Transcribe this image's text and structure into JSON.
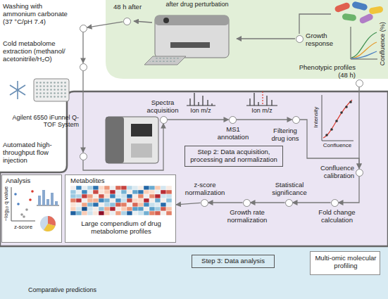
{
  "diagram": {
    "nodes": [
      {
        "text": [
          "48 h after"
        ]
      },
      {
        "text": [
          "Washing with ammonium carbonate (37 °C/pH 7.4)"
        ]
      },
      {
        "text": [
          "Cold metabolome extraction (methanol/ acetonitrile/H₂O)"
        ]
      },
      {
        "text": [
          "Automated high-throughput flow injection"
        ]
      },
      {
        "text": [
          "Growth response"
        ]
      },
      {
        "text": [
          "Phenotypic profiles (48 h)"
        ]
      },
      {
        "text": [
          "Step 2: Data acquisition, processing and normalization"
        ]
      },
      {
        "text": [
          "Spectra acquisition"
        ],
        "in": 6
      },
      {
        "text": [
          "MS1 annotation"
        ],
        "in": 6
      },
      {
        "text": [
          "Filtering drug ions"
        ],
        "in": 6
      },
      {
        "text": [
          "Confluence calibration"
        ],
        "in": 6
      },
      {
        "text": [
          "Fold change calculation"
        ],
        "in": 6
      },
      {
        "text": [
          "Statistical significance"
        ],
        "in": 6
      },
      {
        "text": [
          "Growth rate normalization"
        ],
        "in": 6
      },
      {
        "text": [
          "z-score normalization"
        ],
        "in": 6
      },
      {
        "text": [
          "Metabolites",
          "Large compendium of drug metabolome profiles"
        ],
        "in": 6
      },
      {
        "text": [
          "Analysis"
        ],
        "in": 6
      },
      {
        "text": [
          "Step 3: Data analysis"
        ]
      },
      {
        "text": [
          "Multi-omic molecular profiling"
        ],
        "in": 17
      }
    ],
    "edges": [
      {
        "from": 0,
        "to": 1,
        "arrow": "to"
      },
      {
        "from": 1,
        "to": 2,
        "arrow": "to"
      },
      {
        "from": 2,
        "to": 3,
        "arrow": "to"
      },
      {
        "from": 3,
        "to": 7,
        "arrow": "to"
      },
      {
        "from": 7,
        "to": 8,
        "arrow": "to"
      },
      {
        "from": 8,
        "to": 9,
        "arrow": "to"
      },
      {
        "from": 9,
        "to": 10,
        "arrow": "to"
      },
      {
        "from": 5,
        "to": 10,
        "arrow": "to"
      },
      {
        "from": 10,
        "to": 11,
        "arrow": "to"
      },
      {
        "from": 11,
        "to": 12,
        "arrow": "to"
      },
      {
        "from": 12,
        "to": 13,
        "arrow": "to"
      },
      {
        "from": 13,
        "to": 14,
        "arrow": "to"
      },
      {
        "from": 14,
        "to": 15,
        "arrow": "to"
      }
    ],
    "labels": [
      "after drug perturbation",
      "Confluence (%)",
      "Agilent 6550 iFunnel Q-TOF System",
      "Ion m/z",
      "Ion m/z",
      "Intensity",
      "Confluence",
      "−log₁₀ q value",
      "z-score",
      "Comparative predictions"
    ]
  }
}
